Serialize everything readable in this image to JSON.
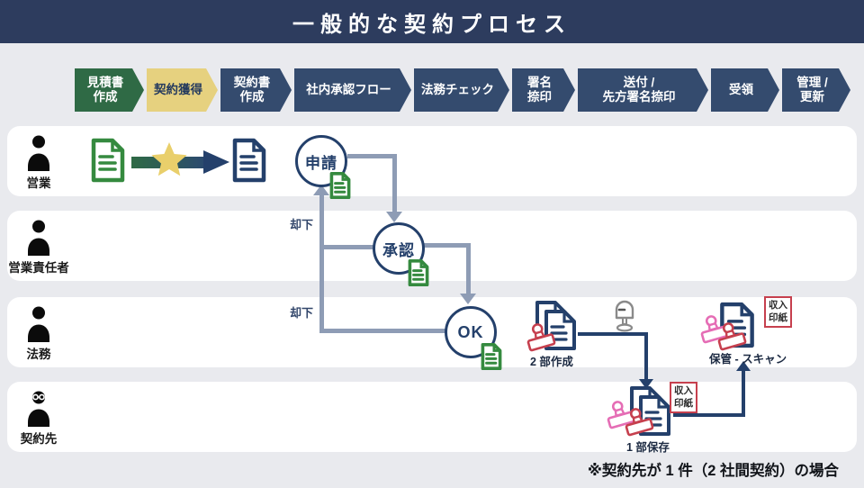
{
  "title": "一般的な契約プロセス",
  "process": {
    "stages": [
      {
        "label": "見積書\n作成",
        "color": "green"
      },
      {
        "label": "契約獲得",
        "color": "yellow"
      },
      {
        "label": "契約書\n作成",
        "color": "navy"
      },
      {
        "label": "社内承認フロー",
        "color": "navy"
      },
      {
        "label": "法務チェック",
        "color": "navy"
      },
      {
        "label": "署名\n捺印",
        "color": "navy"
      },
      {
        "label": "送付 /\n先方署名捺印",
        "color": "navy"
      },
      {
        "label": "受領",
        "color": "navy"
      },
      {
        "label": "管理 /\n更新",
        "color": "navy"
      }
    ]
  },
  "lanes": [
    {
      "label": "営業"
    },
    {
      "label": "営業責任者"
    },
    {
      "label": "法務"
    },
    {
      "label": "契約先"
    }
  ],
  "flow": {
    "apply": "申請",
    "approve": "承認",
    "ok": "OK",
    "reject_upper": "却下",
    "reject_lower": "却下",
    "make_copies": "2 部作成",
    "keep_copy": "1 部保存",
    "store_scan": "保管 - スキャン",
    "revenue_stamp_keep": "収入\n印紙",
    "revenue_stamp_store": "収入\n印紙",
    "note": "※契約先が 1 件（2 社間契約）の場合"
  },
  "colors": {
    "header_navy": "#2d3c5e",
    "chevron_navy": "#344b6e",
    "chevron_green": "#2f6a45",
    "chevron_yellow": "#e6d17f",
    "doc_navy": "#24406b",
    "doc_green": "#358a3f",
    "arrow_slate": "#8e9cb5",
    "stamp_red": "#c6404e",
    "stamp_pink": "#e56db5",
    "star_gold": "#e9cf6b",
    "lane_bg": "#ffffff",
    "page_bg": "#e9eaee"
  }
}
